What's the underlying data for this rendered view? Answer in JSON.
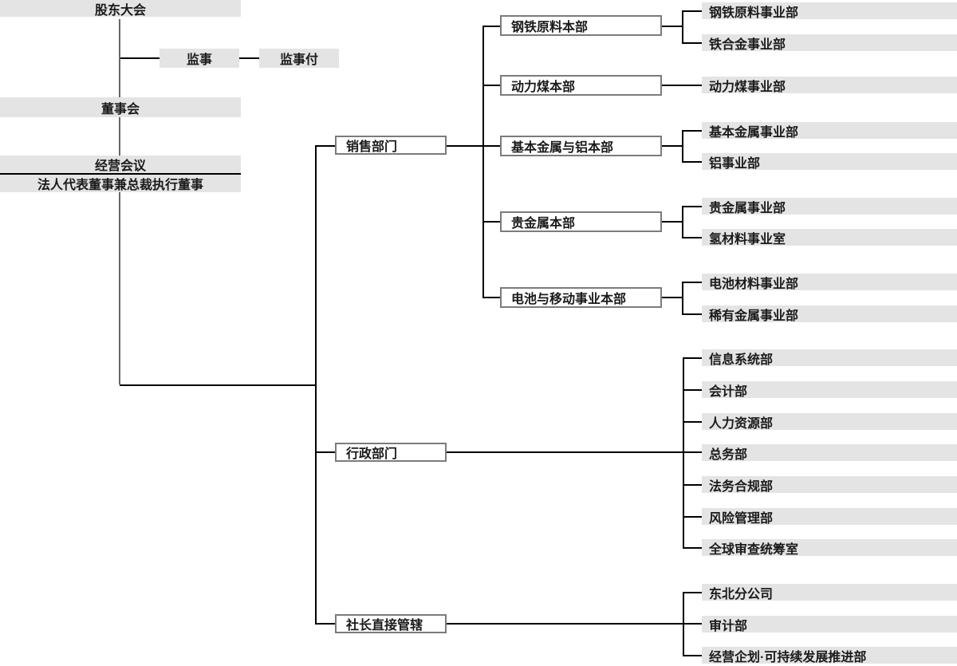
{
  "palette": {
    "box_fill": "#e4e4e4",
    "box_border": "#7b7b7b",
    "line": "#000000",
    "spine": "#666666",
    "text": "#1a1a1a",
    "background": "#ffffff"
  },
  "governance": {
    "shareholders": "股东大会",
    "supervisor": "监事",
    "supervisor_staff": "监事付",
    "board": "董事会",
    "management_meeting": "经营会议",
    "ceo": "法人代表董事兼总裁执行董事"
  },
  "divisions": [
    {
      "label": "销售部门",
      "groups": [
        {
          "label": "钢铁原料本部",
          "children": [
            "钢铁原料事业部",
            "铁合金事业部"
          ]
        },
        {
          "label": "动力煤本部",
          "children": [
            "动力煤事业部"
          ]
        },
        {
          "label": "基本金属与铝本部",
          "children": [
            "基本金属事业部",
            "铝事业部"
          ]
        },
        {
          "label": "贵金属本部",
          "children": [
            "贵金属事业部",
            "氢材料事业室"
          ]
        },
        {
          "label": "电池与移动事业本部",
          "children": [
            "电池材料事业部",
            "稀有金属事业部"
          ]
        }
      ]
    },
    {
      "label": "行政部门",
      "children": [
        "信息系统部",
        "会计部",
        "人力资源部",
        "总务部",
        "法务合规部",
        "风险管理部",
        "全球审查统筹室"
      ]
    },
    {
      "label": "社长直接管辖",
      "children": [
        "东北分公司",
        "审计部",
        "经营企划·可持续发展推进部"
      ]
    }
  ]
}
